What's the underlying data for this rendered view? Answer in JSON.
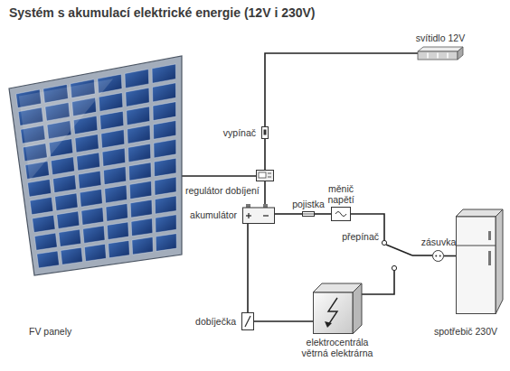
{
  "diagram": {
    "title": "Systém s akumulací elektrické energie (12V i 230V)",
    "nodes": [
      {
        "text": [
          "FV panely"
        ]
      },
      {
        "text": [
          "svítidlo 12V"
        ]
      },
      {
        "text": [
          "vypínač"
        ]
      },
      {
        "text": [
          "regulátor dobíjení"
        ]
      },
      {
        "text": [
          "akumulátor"
        ]
      },
      {
        "text": [
          "pojistka"
        ]
      },
      {
        "text": [
          "měnič napětí"
        ]
      },
      {
        "text": [
          "přepínač"
        ]
      },
      {
        "text": [
          "zásuvka"
        ]
      },
      {
        "text": [
          "spotřebič 230V"
        ]
      },
      {
        "text": [
          "dobíječka"
        ]
      },
      {
        "text": [
          "elektrocentrála větrná elektrárna"
        ]
      }
    ],
    "edges": [
      {
        "from": 0,
        "to": 3,
        "arrow": "none"
      },
      {
        "from": 3,
        "to": 2,
        "arrow": "none"
      },
      {
        "from": 2,
        "to": 1,
        "arrow": "none"
      },
      {
        "from": 3,
        "to": 4,
        "arrow": "none"
      },
      {
        "from": 4,
        "to": 5,
        "arrow": "none"
      },
      {
        "from": 5,
        "to": 6,
        "arrow": "none"
      },
      {
        "from": 6,
        "to": 7,
        "arrow": "none"
      },
      {
        "from": 7,
        "to": 8,
        "arrow": "none"
      },
      {
        "from": 8,
        "to": 9,
        "arrow": "none"
      },
      {
        "from": 4,
        "to": 10,
        "arrow": "none"
      },
      {
        "from": 10,
        "to": 11,
        "arrow": "none"
      },
      {
        "from": 11,
        "to": 7,
        "arrow": "none"
      }
    ]
  }
}
